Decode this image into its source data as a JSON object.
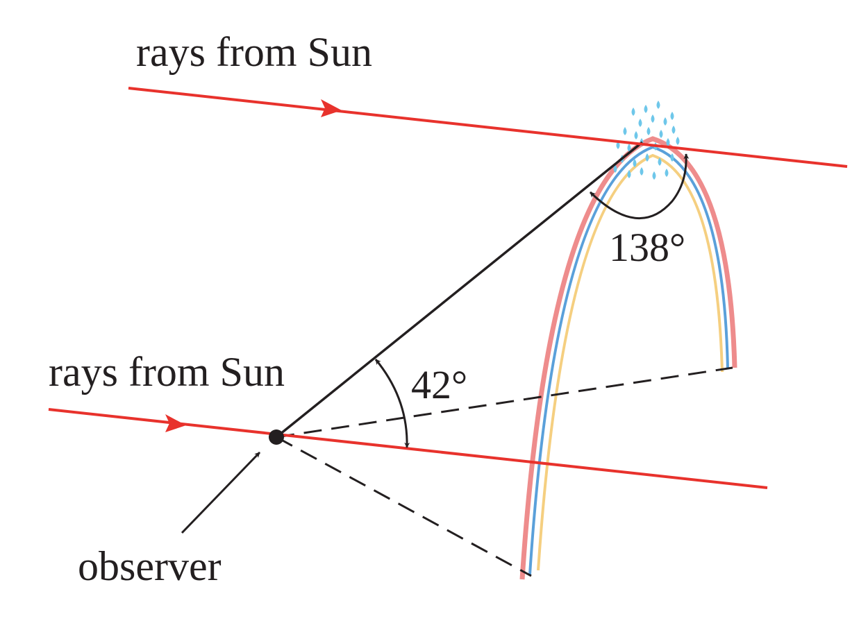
{
  "labels": {
    "rays_top": "rays from Sun",
    "rays_bottom": "rays from Sun",
    "angle_top": "138°",
    "angle_bottom": "42°",
    "observer": "observer"
  },
  "colors": {
    "ray": "#e8322c",
    "line": "#231f20",
    "rainbow_red": "#ee8c8c",
    "rainbow_blue": "#5aa0da",
    "rainbow_yellow": "#f5cf80",
    "drops": "#6ec7ea",
    "background": "#ffffff"
  }
}
